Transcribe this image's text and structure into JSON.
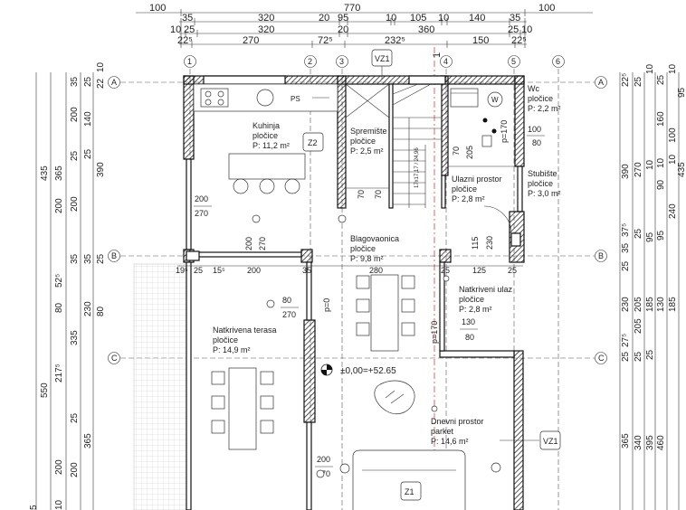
{
  "dims_top": {
    "row1": [
      "100",
      "770",
      "100"
    ],
    "row2": [
      "35",
      "320",
      "20",
      "95",
      "10",
      "105",
      "10",
      "140",
      "35"
    ],
    "row3": [
      "10",
      "25",
      "320",
      "20",
      "360",
      "25",
      "10"
    ],
    "row4": [
      "22⁵",
      "270",
      "72⁵",
      "232⁵",
      "150",
      "22⁵"
    ]
  },
  "dims_left": {
    "col1": [
      "435",
      "550",
      "5"
    ],
    "col2": [
      "365",
      "200",
      "52⁵",
      "80",
      "217⁵",
      "200",
      "10"
    ],
    "col3": [
      "35",
      "200",
      "25",
      "200",
      "35",
      "335",
      "25",
      "200"
    ],
    "col4": [
      "25",
      "140",
      "25",
      "35",
      "230",
      "365"
    ],
    "col5": [
      "10",
      "22",
      "390",
      "25",
      "80"
    ]
  },
  "dims_right": {
    "col1": [
      "22⁵",
      "390",
      "37⁵",
      "35",
      "25",
      "230",
      "25",
      "27⁵",
      "365"
    ],
    "col2": [
      "25",
      "270",
      "25",
      "205",
      "205",
      "25",
      "340"
    ],
    "col3": [
      "10",
      "10",
      "95",
      "185",
      "25",
      "395"
    ],
    "col4": [
      "25",
      "160",
      "10",
      "90",
      "95",
      "130",
      "460"
    ],
    "col5": [
      "10",
      "100",
      "10",
      "240",
      "185"
    ],
    "col6": [
      "95",
      "435"
    ]
  },
  "axes_top": [
    "1",
    "2",
    "3",
    "4",
    "5",
    "6"
  ],
  "axes_side": [
    "A",
    "B",
    "C"
  ],
  "section_mark": "1",
  "tags": {
    "vz1_top": "VZ1",
    "z2": "Z2",
    "vz1_right": "VZ1",
    "z1": "Z1"
  },
  "rooms": [
    {
      "name": "Kuhinja",
      "floor": "pločice",
      "area": "P: 11,2 m²"
    },
    {
      "name": "Spremište",
      "floor": "pločice",
      "area": "P: 2,5 m²"
    },
    {
      "name": "Wc",
      "floor": "pločice",
      "area": "P: 2,2 m²"
    },
    {
      "name": "Ulazni prostor",
      "floor": "pločice",
      "area": "P: 2,8 m²"
    },
    {
      "name": "Stubište",
      "floor": "pločice",
      "area": "P: 3,0 m²"
    },
    {
      "name": "Blagovaonica",
      "floor": "pločice",
      "area": "P: 9,8 m²"
    },
    {
      "name": "Natkriveni ulaz",
      "floor": "pločice",
      "area": "P: 2,8 m²"
    },
    {
      "name": "Natkrivena terasa",
      "floor": "pločice",
      "area": "P: 14,9 m²"
    },
    {
      "name": "Dnevni prostor",
      "floor": "parket",
      "area": "P: 14,6 m²"
    }
  ],
  "openings": [
    {
      "w": "200",
      "h": "270"
    },
    {
      "w": "100",
      "h": "80"
    },
    {
      "w": "80",
      "h": "270"
    },
    {
      "w": "130",
      "h": "80"
    },
    {
      "w": "200",
      "h": "270"
    }
  ],
  "inner_dims": {
    "stair_w": "70",
    "stair_h": "205",
    "stair_info": "17x17,17 / 24,96",
    "ps": "PS",
    "wc_p": "p=170",
    "door_115": "115",
    "door_230": "230",
    "b_row": [
      "19⁵",
      "25",
      "15⁵",
      "200",
      "35",
      "280",
      "25",
      "125",
      "25"
    ],
    "vert_200": "200",
    "vert_270": "270",
    "p0": "p=0",
    "p170": "p=170",
    "d70": "70",
    "d70b": "70"
  },
  "level": "±0,00=+52.65"
}
